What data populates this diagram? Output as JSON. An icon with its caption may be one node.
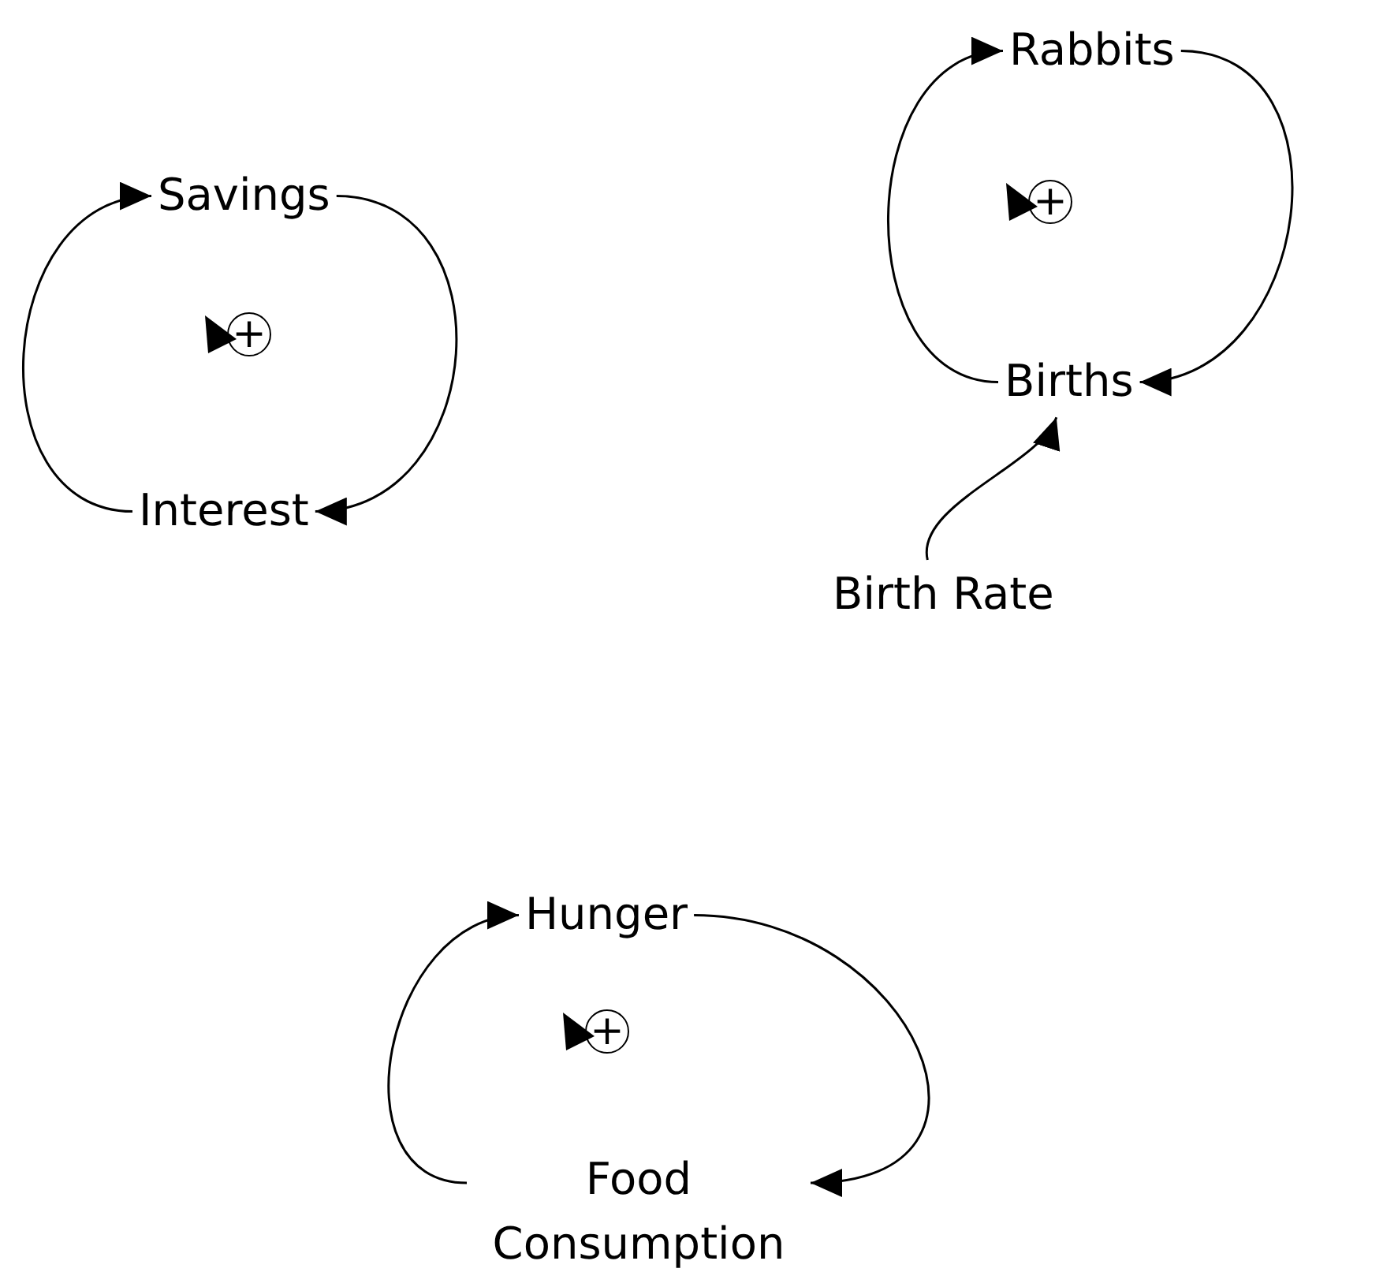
{
  "diagram": {
    "nodes": [
      {
        "text": [
          "Savings"
        ]
      },
      {
        "text": [
          "Interest"
        ]
      },
      {
        "text": [
          "Rabbits"
        ]
      },
      {
        "text": [
          "Births"
        ]
      },
      {
        "text": [
          "Birth Rate"
        ]
      },
      {
        "text": [
          "Hunger"
        ]
      },
      {
        "text": [
          "Food Consumption"
        ]
      }
    ],
    "edges": [
      {
        "from": 0,
        "to": 1,
        "arrow": "to"
      },
      {
        "from": 1,
        "to": 0,
        "arrow": "to"
      },
      {
        "from": 2,
        "to": 3,
        "arrow": "to"
      },
      {
        "from": 3,
        "to": 2,
        "arrow": "to"
      },
      {
        "from": 4,
        "to": 3,
        "arrow": "to"
      },
      {
        "from": 5,
        "to": 6,
        "arrow": "to"
      },
      {
        "from": 6,
        "to": 5,
        "arrow": "to"
      }
    ],
    "labels": [
      "+",
      "+",
      "+"
    ]
  }
}
